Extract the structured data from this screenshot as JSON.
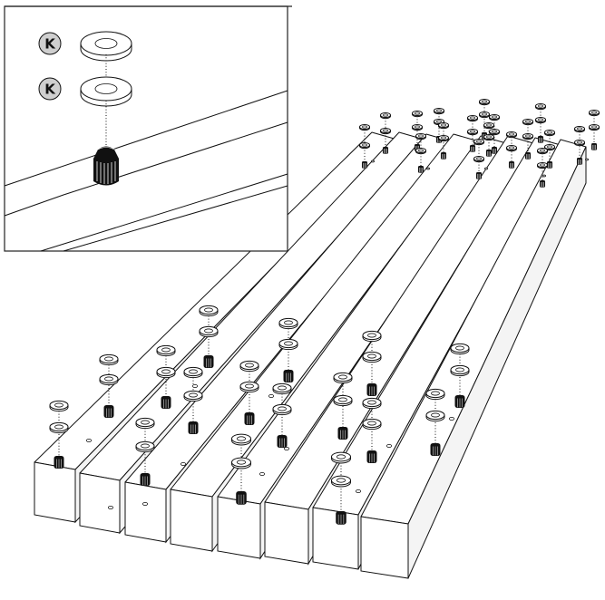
{
  "inset": {
    "labels": [
      {
        "name": "part-label-k-1",
        "text": "K"
      },
      {
        "name": "part-label-k-2",
        "text": "K"
      }
    ]
  },
  "assembly": {
    "beam_count": 8,
    "components": [
      "washer",
      "washer",
      "knurled-foot"
    ]
  },
  "colors": {
    "line": "#111111",
    "badge": "#cfcfcf",
    "background": "#ffffff"
  }
}
